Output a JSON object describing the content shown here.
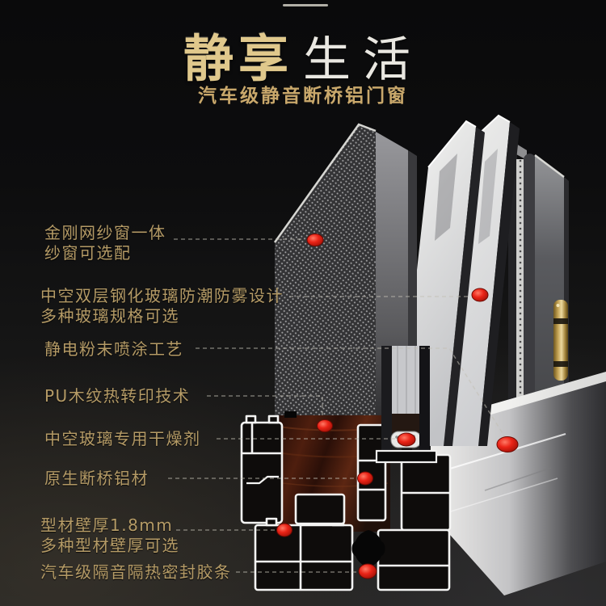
{
  "header": {
    "title_emphasis": "静享",
    "title_rest": "生活",
    "subtitle": "汽车级静音断桥铝门窗"
  },
  "labels": [
    {
      "name": "mesh-screen",
      "lines": [
        "金刚网纱窗一体",
        "纱窗可选配"
      ]
    },
    {
      "name": "insulated-glass",
      "lines": [
        "中空双层钢化玻璃防潮防雾设计",
        "多种玻璃规格可选"
      ]
    },
    {
      "name": "powder-coating",
      "lines": [
        "静电粉末喷涂工艺"
      ]
    },
    {
      "name": "wood-grain",
      "lines": [
        "PU木纹热转印技术"
      ]
    },
    {
      "name": "desiccant",
      "lines": [
        "中空玻璃专用干燥剂"
      ]
    },
    {
      "name": "native-aluminum",
      "lines": [
        "原生断桥铝材"
      ]
    },
    {
      "name": "wall-thickness",
      "lines": [
        "型材壁厚1.8mm",
        "多种型材壁厚可选"
      ]
    },
    {
      "name": "seal-strip",
      "lines": [
        "汽车级隔音隔热密封胶条"
      ]
    }
  ],
  "colors": {
    "background": "#0d0d0d",
    "title_gold": "#e0c88c",
    "title_white": "#e9e7e1",
    "subtitle_gold": "#c9a86b",
    "label_gold": "#b59b66",
    "marker_red": "#e1180e",
    "leader_line": "#c2bfb4",
    "silver_profile": "#d9d8d6",
    "handle_gold": "#caa957"
  }
}
